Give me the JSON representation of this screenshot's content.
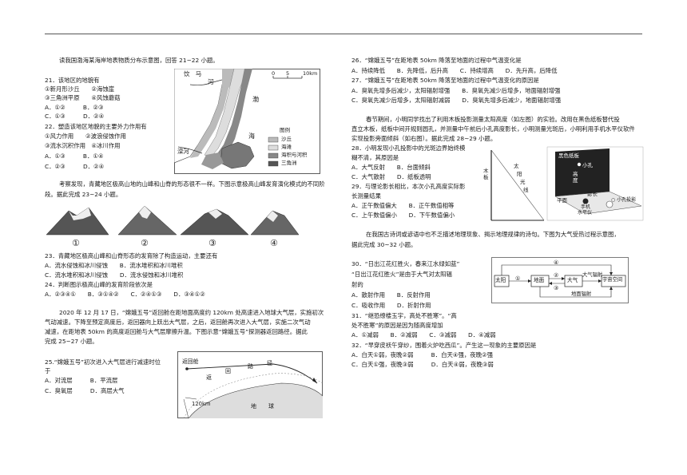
{
  "left": {
    "intro1": "读我国渤海某海岸地表物质分布示意图，回答 21~22 小题。",
    "q21": {
      "stem": "21．该地区的地貌有",
      "r1": "①新月形沙丘　　②海蚀崖",
      "r2": "③三角洲平原　　④风蚀蘑菇",
      "r3": "A．①②　　　B．②③",
      "r4": "C．①③　　　D．②④"
    },
    "q22": {
      "stem": "22．塑造该地区地貌的主要外力作用有",
      "r1": "①风力作用　　②波浪侵蚀作用",
      "r2": "③流水沉积作用　④冰川作用",
      "r3": "A．①③　　　B．①④",
      "r4": "C．②③　　　D．②④"
    },
    "intro2a": "考察发现，青藏地区极高山地的山峰和山脊的形态很不一样。下图示意极高山峰发育演化模式的不同阶",
    "intro2b": "段。据此完成 23~24 小题。",
    "mountain_labels": [
      "①",
      "②",
      "③",
      "④"
    ],
    "q23": {
      "stem": "23．青藏地区极高山峰和山脊形态的发育除了构造运动，主要还有",
      "r1": "A．流水侵蚀和冰川侵蚀　　B．流水堆积和冰川堆积",
      "r2": "C．流水堆积和冰川侵蚀　　D．流水侵蚀和冰川堆积"
    },
    "q24": {
      "stem": "24．判断图示极高山峰的发育阶段依次是",
      "r1": "A．②③④①　　B．③①④②　　C．②④①③　　D．③④①②"
    },
    "intro3a": "2020 年 12 月 17 日，“嫦娥五号”返回舱在距地面高度约 120km 处高速进入地球大气层，实施初次",
    "intro3b": "气动减速。下降至预定高度后，返回器向上跃出大气层，之后，返回舱再次进入大气层，实施二次气动",
    "intro3c": "减速，在距地表 50km 的高度返回舱与大气层摩擦升温。下图示意“嫦娥五号”探测器返回路径。据此",
    "intro3d": "完成 25~27 小题。",
    "q25": {
      "stem1": "25.“嫦娥五号”初次进入大气层进行减速时位",
      "stem2": "于",
      "r1": "A．对流层　　　B．平流层",
      "r2": "C．臭氧层　　　D．高层大气"
    }
  },
  "bohai_map": {
    "place_qinyu": "饮　马",
    "river": "河",
    "bohai": "渤",
    "sea": "海",
    "luanhe": "滦河",
    "scale_0": "0",
    "scale_5": "5",
    "scale_10": "10km",
    "legend_title": "图例",
    "legend": [
      "沙丘",
      "海滩",
      "海积与河积",
      "三角洲"
    ]
  },
  "return_fig": {
    "cabin": "返回舱",
    "path_label": [
      "返",
      "回",
      "路",
      "径"
    ],
    "height": "120km",
    "earth": [
      "地",
      "球"
    ]
  },
  "right": {
    "q26": {
      "stem": "26．“嫦娥五号”在距地表 50km 降落至地面的过程中气温变化是",
      "r1": "A．持续降低　　B．先降低，后升高　　C．持续增高　　D．先升高，后降低"
    },
    "q27": {
      "stem": "27．“嫦娥五号”在距地表 50km 降落至地面的过程中气温变化的原因是",
      "r1": "A．臭氧先增多后减少，太阳辐射增强　　B．臭氧先减少后增多，地面辐射增强",
      "r2": "C．臭氧先减少后增多，太阳辐射减弱　　D．臭氧先增多后减少，地面辐射增强"
    },
    "intro4a": "春节期间，小明同学找出了利用木板投影测量太阳高度（如左图）的实验。改用在黑色纸板替代投",
    "intro4b": "直立木板，纸板中间开规则圆孔，并测量中午前后小孔高度影长，小明测量光斑后，小明利用手机水平仪软件",
    "intro4c": "实现投影旁面倾斜（如右图）。据此完成 28~29 小题。",
    "q28": {
      "stem1": "28．小明发现小孔投影中的光斑边界始终模",
      "stem2": "糊不清，其原因是",
      "r1": "A．大气反射　　B．台面倾斜",
      "r2": "C．大气散射　　D．纸板透明"
    },
    "q29": {
      "stem1": "29．与理论影长相比，本次小孔高度实际影",
      "stem2": "长测量结果",
      "r1": "A．正午数值偏大　　B．正午数值相等",
      "r2": "C．上午数值偏小　　D．下午数值偏小"
    },
    "intro5a": "在我国古诗词或谚语中也不乏描述地理现象、揭示地理规律的诗句。下图为大气受热过程示意图，",
    "intro5b": "据此完成 30~32 小题。",
    "q30": {
      "stem1": "30．“日出江花红胜火，春来江水绿如蓝”",
      "stem2": "“日出江花红胜火”是由于大气对太阳辐",
      "stem3": "射的",
      "r1": "A．散射作用　　B．反射作用",
      "r2": "C．吸收作用　　D．折射作用"
    },
    "q31": {
      "stem1": "31．“继恐缭楼玉宇，高处不胜寒”。“高",
      "stem2": "处不胜寒”的原因是因为随高度增加",
      "r1": "A．①减弱　　B．②减弱　　C．③减弱　　D．④减弱"
    },
    "q32": {
      "stem": "32．“早穿皮袄午穿纱，围着火炉吃西瓜”。产生这一现象的主要原因是",
      "r1": "A．白天①弱，夜晚②弱　　　B．白天④强，夜晚②强",
      "r2": "C．白天①强，夜晚③弱　　　D．白天④弱，夜晚③弱"
    }
  },
  "shadow_fig": {
    "board": [
      "木",
      "板"
    ],
    "sun": [
      "太",
      "阳",
      "光",
      "线"
    ],
    "black_board": "黑色纸板",
    "hole": "小孔",
    "height": [
      "高",
      "度"
    ],
    "shadow": "影长",
    "ground": "平面",
    "phone": "手机",
    "level": "水平仪",
    "hole_legend": "○ 小孔投影"
  },
  "heat_fig": {
    "sun": "太阳",
    "ground": "地面",
    "atmos": "大气",
    "space": "宇宙空间",
    "atm_rad": "大气辐射",
    "ground_rad": "地面辐射",
    "n1": "①",
    "n2": "②",
    "n3": "③",
    "n4": "④"
  }
}
